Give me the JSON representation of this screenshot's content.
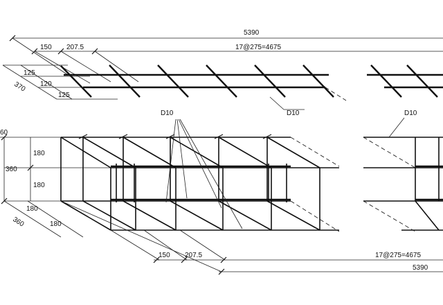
{
  "top_plan": {
    "overall_length": "5390",
    "start_offset": "150",
    "first_spacing": "207.5",
    "stirrup_spacing": "17@275=4675",
    "widths": [
      "125",
      "120",
      "125"
    ],
    "total_width": "370",
    "bar_label": "D10"
  },
  "elevation": {
    "bar_label_main": "D10",
    "bar_label_right": "D10",
    "overall_height": "360",
    "heights": [
      "180",
      "180"
    ],
    "top_left_cut": "60",
    "depth_total": "360",
    "depth_parts": [
      "180",
      "180"
    ]
  },
  "bottom_dims": {
    "start_offset": "150",
    "first_spacing": "207.5",
    "stirrup_spacing": "17@275=4675",
    "overall_length": "5390"
  }
}
